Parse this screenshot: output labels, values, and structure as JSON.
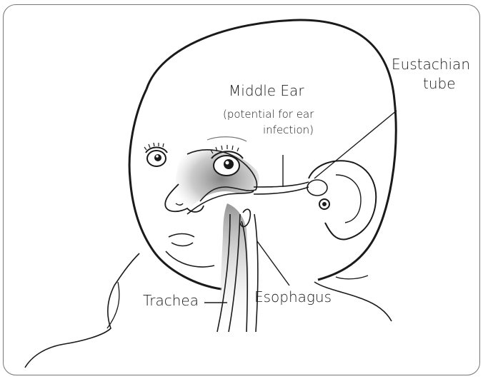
{
  "labels": {
    "middle_ear": "Middle Ear",
    "middle_ear_note_line1": "(potential for ear",
    "middle_ear_note_line2": "infection)",
    "eustachian_line1": "Eustachian",
    "eustachian_line2": "tube",
    "trachea": "Trachea",
    "esophagus": "Esophagus"
  },
  "colors": {
    "outline": "#1a1a1a",
    "airway_shading": "#8e8e8e",
    "panel_border": "#777777"
  }
}
